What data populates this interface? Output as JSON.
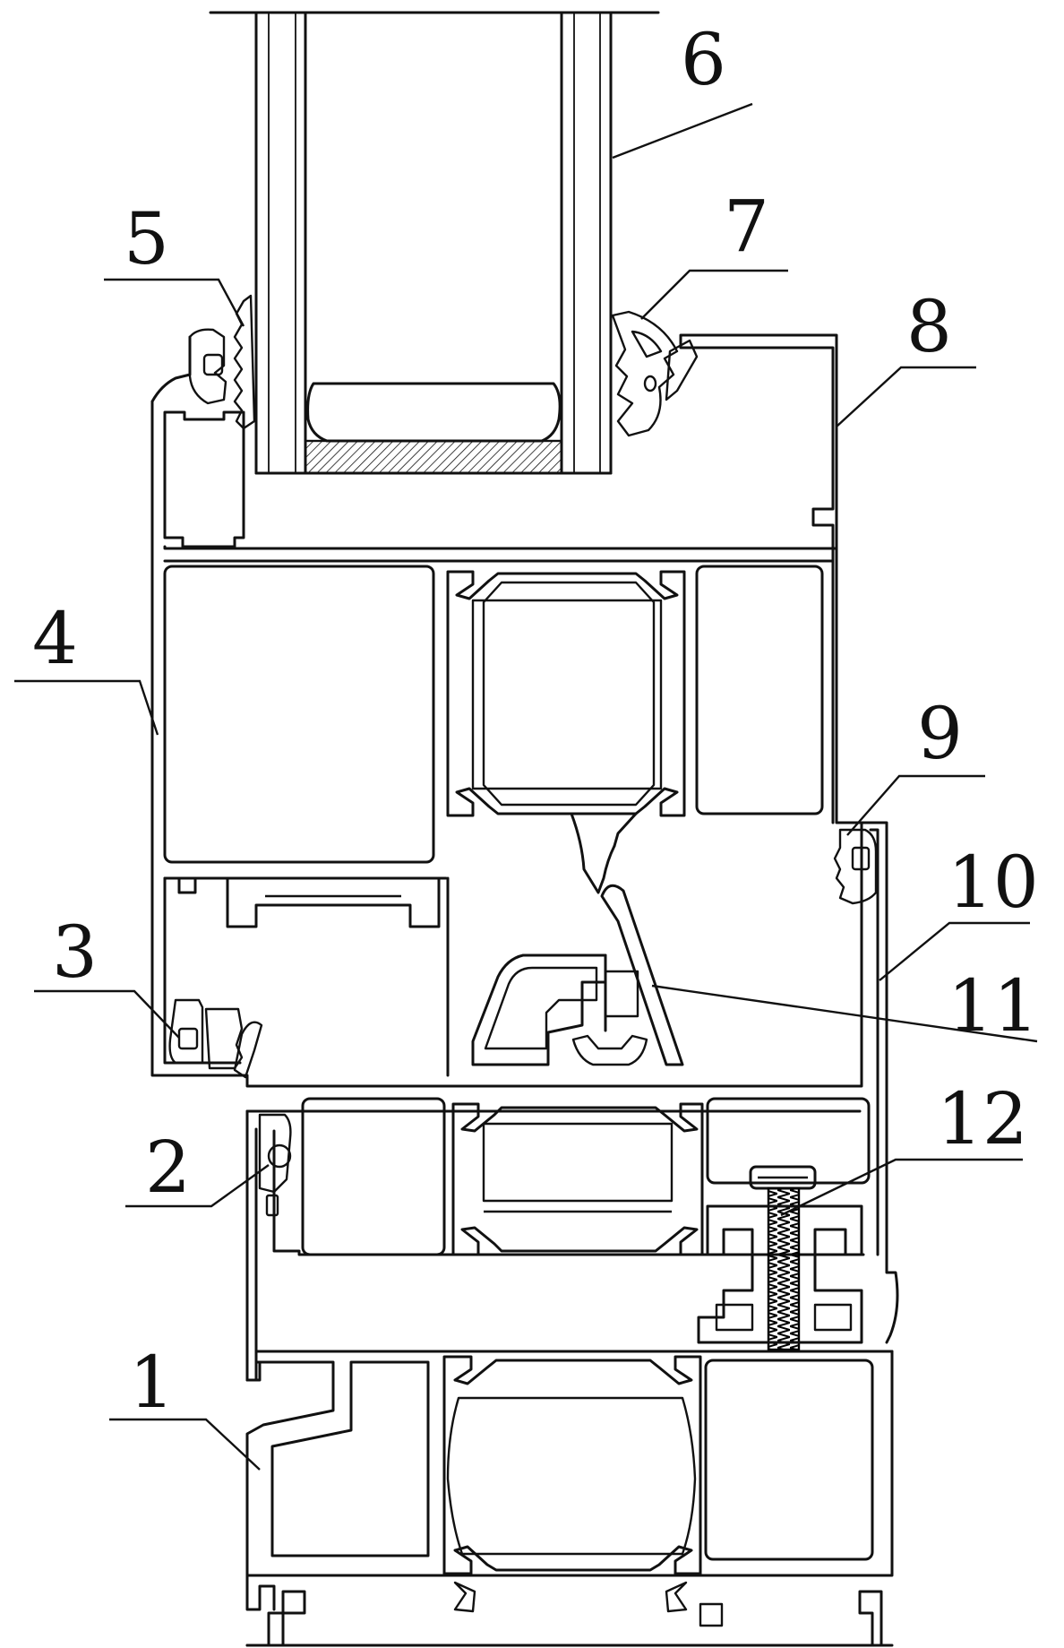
{
  "diagram": {
    "colors": {
      "ink": "#111111",
      "paper": "#ffffff",
      "screw": "#1a1a1a"
    },
    "labels": [
      {
        "id": "label-1",
        "text": "1"
      },
      {
        "id": "label-2",
        "text": "2"
      },
      {
        "id": "label-3",
        "text": "3"
      },
      {
        "id": "label-4",
        "text": "4"
      },
      {
        "id": "label-5",
        "text": "5"
      },
      {
        "id": "label-6",
        "text": "6"
      },
      {
        "id": "label-7",
        "text": "7"
      },
      {
        "id": "label-8",
        "text": "8"
      },
      {
        "id": "label-9",
        "text": "9"
      },
      {
        "id": "label-10",
        "text": "10"
      },
      {
        "id": "label-11",
        "text": "11"
      },
      {
        "id": "label-12",
        "text": "12"
      }
    ]
  }
}
